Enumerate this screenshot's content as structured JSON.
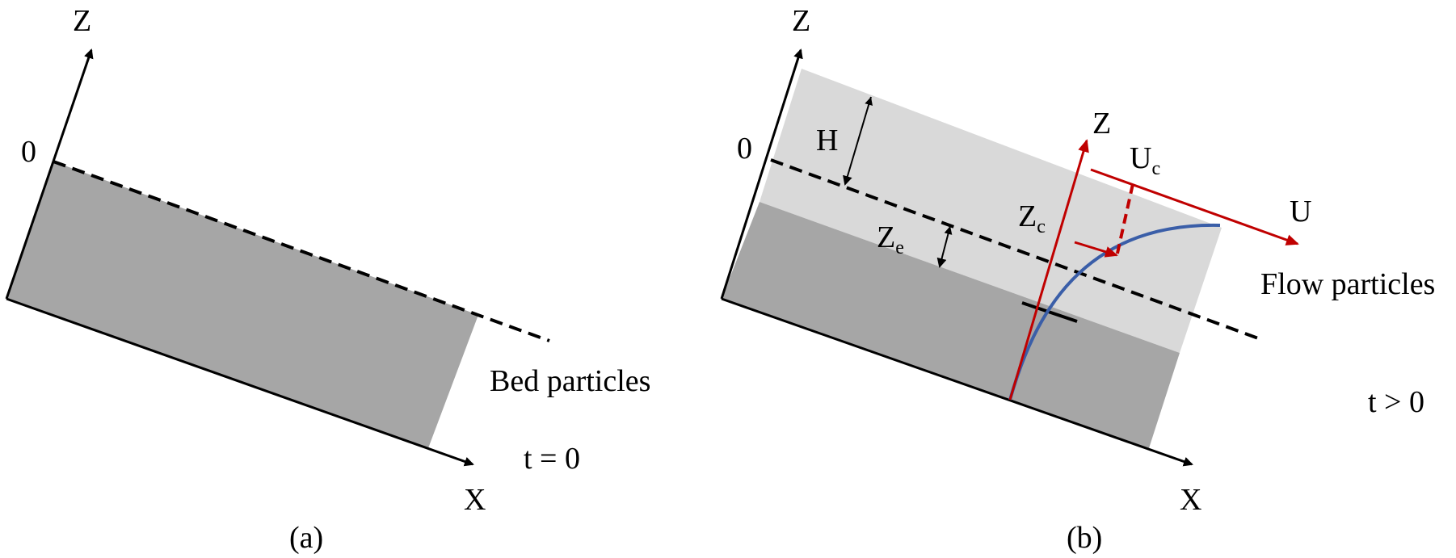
{
  "colors": {
    "bed_fill": "#a6a6a6",
    "flow_fill": "#d9d9d9",
    "axis": "#000000",
    "local_axis_red": "#c00000",
    "velocity_profile_blue": "#3a5ea8"
  },
  "panel_a": {
    "axis_z": "Z",
    "axis_x": "X",
    "origin": "0",
    "bed_label": "Bed particles",
    "time_label": "t = 0",
    "caption": "(a)"
  },
  "panel_b": {
    "axis_z": "Z",
    "axis_x": "X",
    "origin": "0",
    "flow_height": "H",
    "erosion_depth_main": "Z",
    "erosion_depth_sub": "e",
    "local_axis_z": "Z",
    "local_axis_u": "U",
    "contact_velocity_main": "U",
    "contact_velocity_sub": "c",
    "contact_height_main": "Z",
    "contact_height_sub": "c",
    "flow_label": "Flow particles",
    "time_label": "t > 0",
    "caption": "(b)"
  }
}
